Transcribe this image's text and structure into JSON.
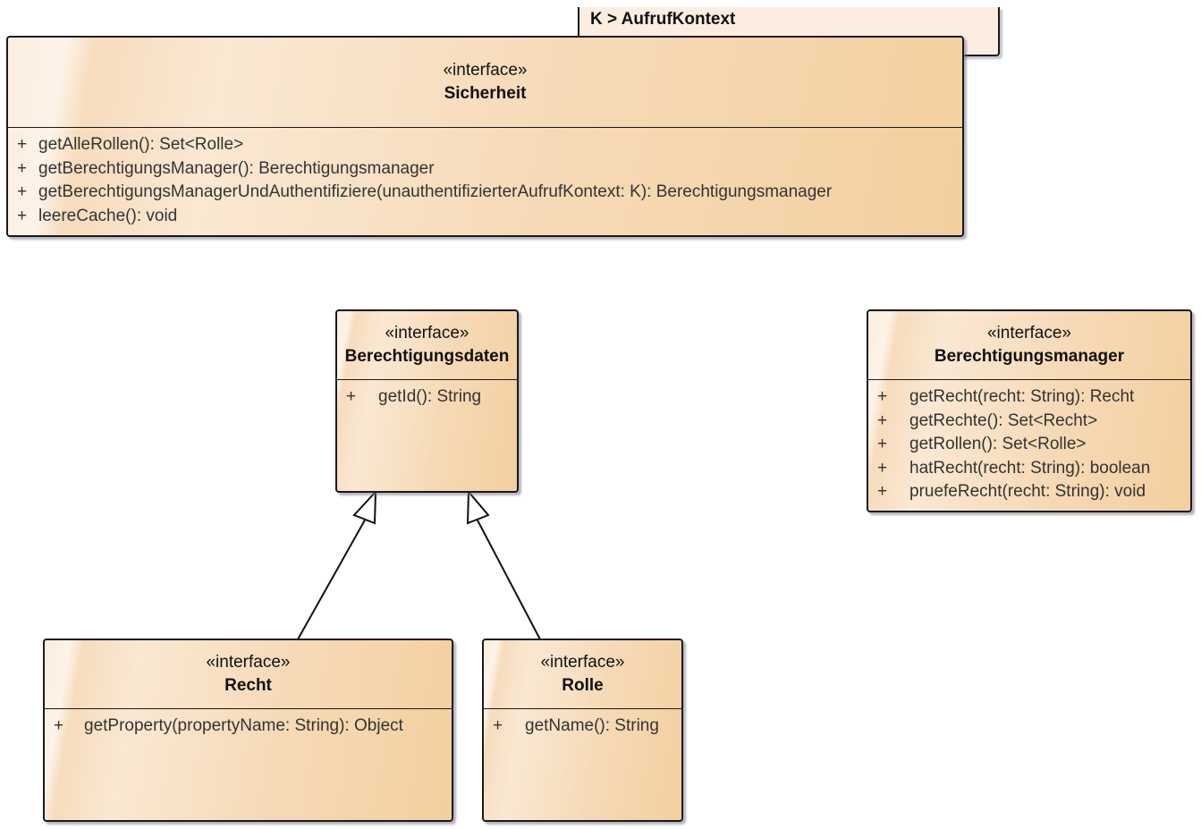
{
  "type_parameter": "K > AufrufKontext",
  "sicherheit": {
    "stereotype": "«interface»",
    "name": "Sicherheit",
    "operations": [
      {
        "vis": "+",
        "sig": "getAlleRollen(): Set<Rolle>"
      },
      {
        "vis": "+",
        "sig": "getBerechtigungsManager(): Berechtigungsmanager"
      },
      {
        "vis": "+",
        "sig": "getBerechtigungsManagerUndAuthentifiziere(unauthentifizierterAufrufKontext: K): Berechtigungsmanager"
      },
      {
        "vis": "+",
        "sig": "leereCache(): void"
      }
    ]
  },
  "berechtigungsdaten": {
    "stereotype": "«interface»",
    "name": "Berechtigungsdaten",
    "operations": [
      {
        "vis": "+",
        "sig": "getId(): String"
      }
    ]
  },
  "berechtigungsmanager": {
    "stereotype": "«interface»",
    "name": "Berechtigungsmanager",
    "operations": [
      {
        "vis": "+",
        "sig": "getRecht(recht: String): Recht"
      },
      {
        "vis": "+",
        "sig": "getRechte(): Set<Recht>"
      },
      {
        "vis": "+",
        "sig": "getRollen(): Set<Rolle>"
      },
      {
        "vis": "+",
        "sig": "hatRecht(recht: String): boolean"
      },
      {
        "vis": "+",
        "sig": "pruefeRecht(recht: String): void"
      }
    ]
  },
  "recht": {
    "stereotype": "«interface»",
    "name": "Recht",
    "operations": [
      {
        "vis": "+",
        "sig": "getProperty(propertyName: String): Object"
      }
    ]
  },
  "rolle": {
    "stereotype": "«interface»",
    "name": "Rolle",
    "operations": [
      {
        "vis": "+",
        "sig": "getName(): String"
      }
    ]
  }
}
